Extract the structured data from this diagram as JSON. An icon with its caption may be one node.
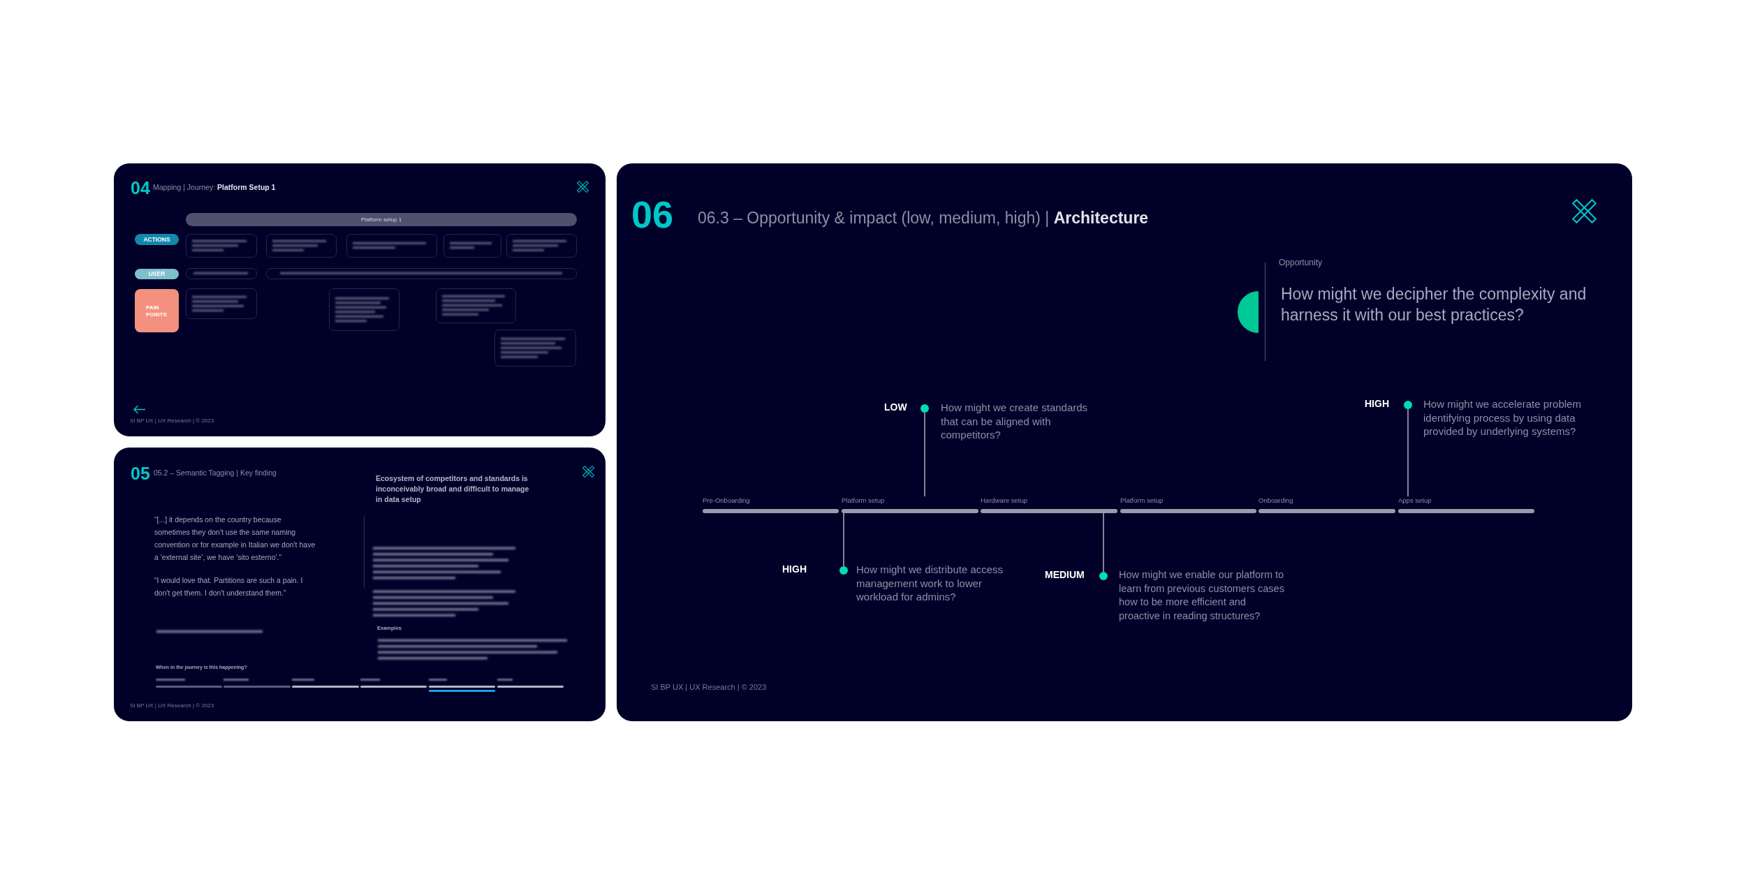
{
  "diagram": {
    "nodes": [
      {
        "text": [
          "04",
          "Mapping | Journey: **Platform Setup 1**",
          "SI BP UX | UX Research | © 2023"
        ]
      },
      {
        "text": [
          "Platform setup 1"
        ],
        "in": 0
      },
      {
        "text": [
          "ACTIONS"
        ],
        "in": 0
      },
      {
        "text": [],
        "shape": "box",
        "in": 0
      },
      {
        "text": [],
        "shape": "box",
        "in": 0
      },
      {
        "text": [],
        "shape": "box",
        "in": 0
      },
      {
        "text": [],
        "shape": "box",
        "in": 0
      },
      {
        "text": [],
        "shape": "box",
        "in": 0
      },
      {
        "text": [
          "USER"
        ],
        "in": 0
      },
      {
        "text": [],
        "shape": "box",
        "in": 0
      },
      {
        "text": [],
        "shape": "box",
        "in": 0
      },
      {
        "text": [
          "PAIN POINTS"
        ],
        "in": 0
      },
      {
        "text": [],
        "shape": "box",
        "in": 0
      },
      {
        "text": [],
        "shape": "box",
        "in": 0
      },
      {
        "text": [],
        "shape": "box",
        "in": 0
      },
      {
        "text": [],
        "shape": "box",
        "in": 0
      },
      {
        "text": [
          "05",
          "05.2 – Semantic Tagging | Key finding",
          "Ecosystem of competitors and standards is inconceivably broad and difficult to manage in data setup",
          "“[...] it depends on the country because sometimes they don't use the same naming convention or for example in Italian we don't have a 'external site', we have 'sito esterno'.”",
          "“I would love that. Partitions are such a pain. I don't get them. I don't understand them.”",
          "Examples",
          "When in the journey is this happening?",
          "SI BP UX | UX Research | © 2023"
        ]
      },
      {
        "text": [
          "06",
          "06.3 – Opportunity & impact (low, medium, high) | **Architecture**",
          "Opportunity",
          "How might we decipher the complexity and harness it with our best practices?",
          "SI BP UX | UX Research | © 2023"
        ]
      },
      {
        "text": [],
        "shape": "circle",
        "in": 17,
        "beside": [
          "LOW",
          "How might we create standards that can be aligned with competitors?"
        ]
      },
      {
        "text": [],
        "shape": "circle",
        "in": 17,
        "beside": [
          "HIGH",
          "How might we accelerate problem identifying process by using data provided by underlying systems?"
        ]
      },
      {
        "text": [
          "Pre-Onboarding"
        ],
        "in": 17
      },
      {
        "text": [
          "Platform setup"
        ],
        "in": 17
      },
      {
        "text": [
          "Hardware setup"
        ],
        "in": 17
      },
      {
        "text": [
          "Platform setup"
        ],
        "in": 17
      },
      {
        "text": [
          "Onboarding"
        ],
        "in": 17
      },
      {
        "text": [
          "Apps setup"
        ],
        "in": 17
      },
      {
        "text": [],
        "shape": "circle",
        "in": 17,
        "beside": [
          "HIGH",
          "How might we distribute access management work to lower workload for admins?"
        ]
      },
      {
        "text": [],
        "shape": "circle",
        "in": 17,
        "beside": [
          "MEDIUM",
          "How might we enable our platform to learn from previous customers cases how to be more efficient and proactive in reading structures?"
        ]
      }
    ],
    "edges": [
      {
        "from": 18,
        "to": 21,
        "arrow": "none"
      },
      {
        "from": 19,
        "to": 25,
        "arrow": "none"
      },
      {
        "from": 26,
        "to": 21,
        "arrow": "none"
      },
      {
        "from": 27,
        "to": 22,
        "arrow": "none"
      }
    ]
  }
}
